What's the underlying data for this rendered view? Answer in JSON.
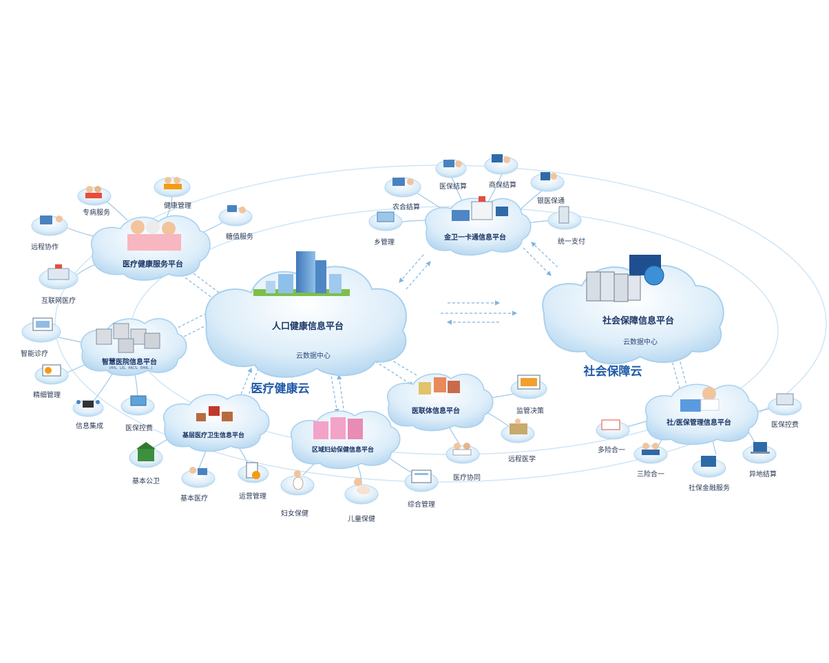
{
  "central": {
    "title": "人口健康信息平台",
    "sub": "云数据中心"
  },
  "social": {
    "title": "社会保障信息平台",
    "sub": "云数据中心"
  },
  "cloud_names": {
    "medical": "医疗健康云",
    "social": "社会保障云"
  },
  "platforms": {
    "medical_service": "医疗健康服务平台",
    "smart_hospital": "智慧医院信息平台",
    "smart_hospital_sub": "(HIS、LIS、PACS、EMR...)",
    "grassroots": "基层医疗卫生信息平台",
    "maternal": "区域妇幼保健信息平台",
    "consortium": "医联体信息平台",
    "card": "金卫一卡通信息平台",
    "insurance": "社/医保管理信息平台"
  },
  "nodes": {
    "remote_collab": "远程协作",
    "specialty": "专病服务",
    "health_mgmt": "健康管理",
    "sugar": "糖值服务",
    "internet_medical": "互联网医疗",
    "smart_diag": "智能诊疗",
    "fine_mgmt": "精细管理",
    "info_integ": "信息集成",
    "insurance_ctrl": "医保控费",
    "basic_public": "基本公卫",
    "basic_medical": "基本医疗",
    "operation": "运营管理",
    "women": "妇女保健",
    "child": "儿童保健",
    "comprehensive": "综合管理",
    "medical_collab": "医疗协同",
    "remote_medical": "远程医学",
    "supervision": "监管决策",
    "nc_settle": "农合结算",
    "med_settle": "医保结算",
    "com_settle": "商保结算",
    "bank_med": "银医保通",
    "township": "乡管理",
    "unified_pay": "统一支付",
    "multi_one": "多险合一",
    "three_one": "三险合一",
    "social_finance": "社保金融服务",
    "remote_settle": "异地结算",
    "insurance_fee": "医保控费"
  },
  "colors": {
    "cloud_fill": "#e3f1fb",
    "cloud_edge": "#9fcbea",
    "label": "#2b3a55",
    "arrow": "#7fb5e0"
  }
}
